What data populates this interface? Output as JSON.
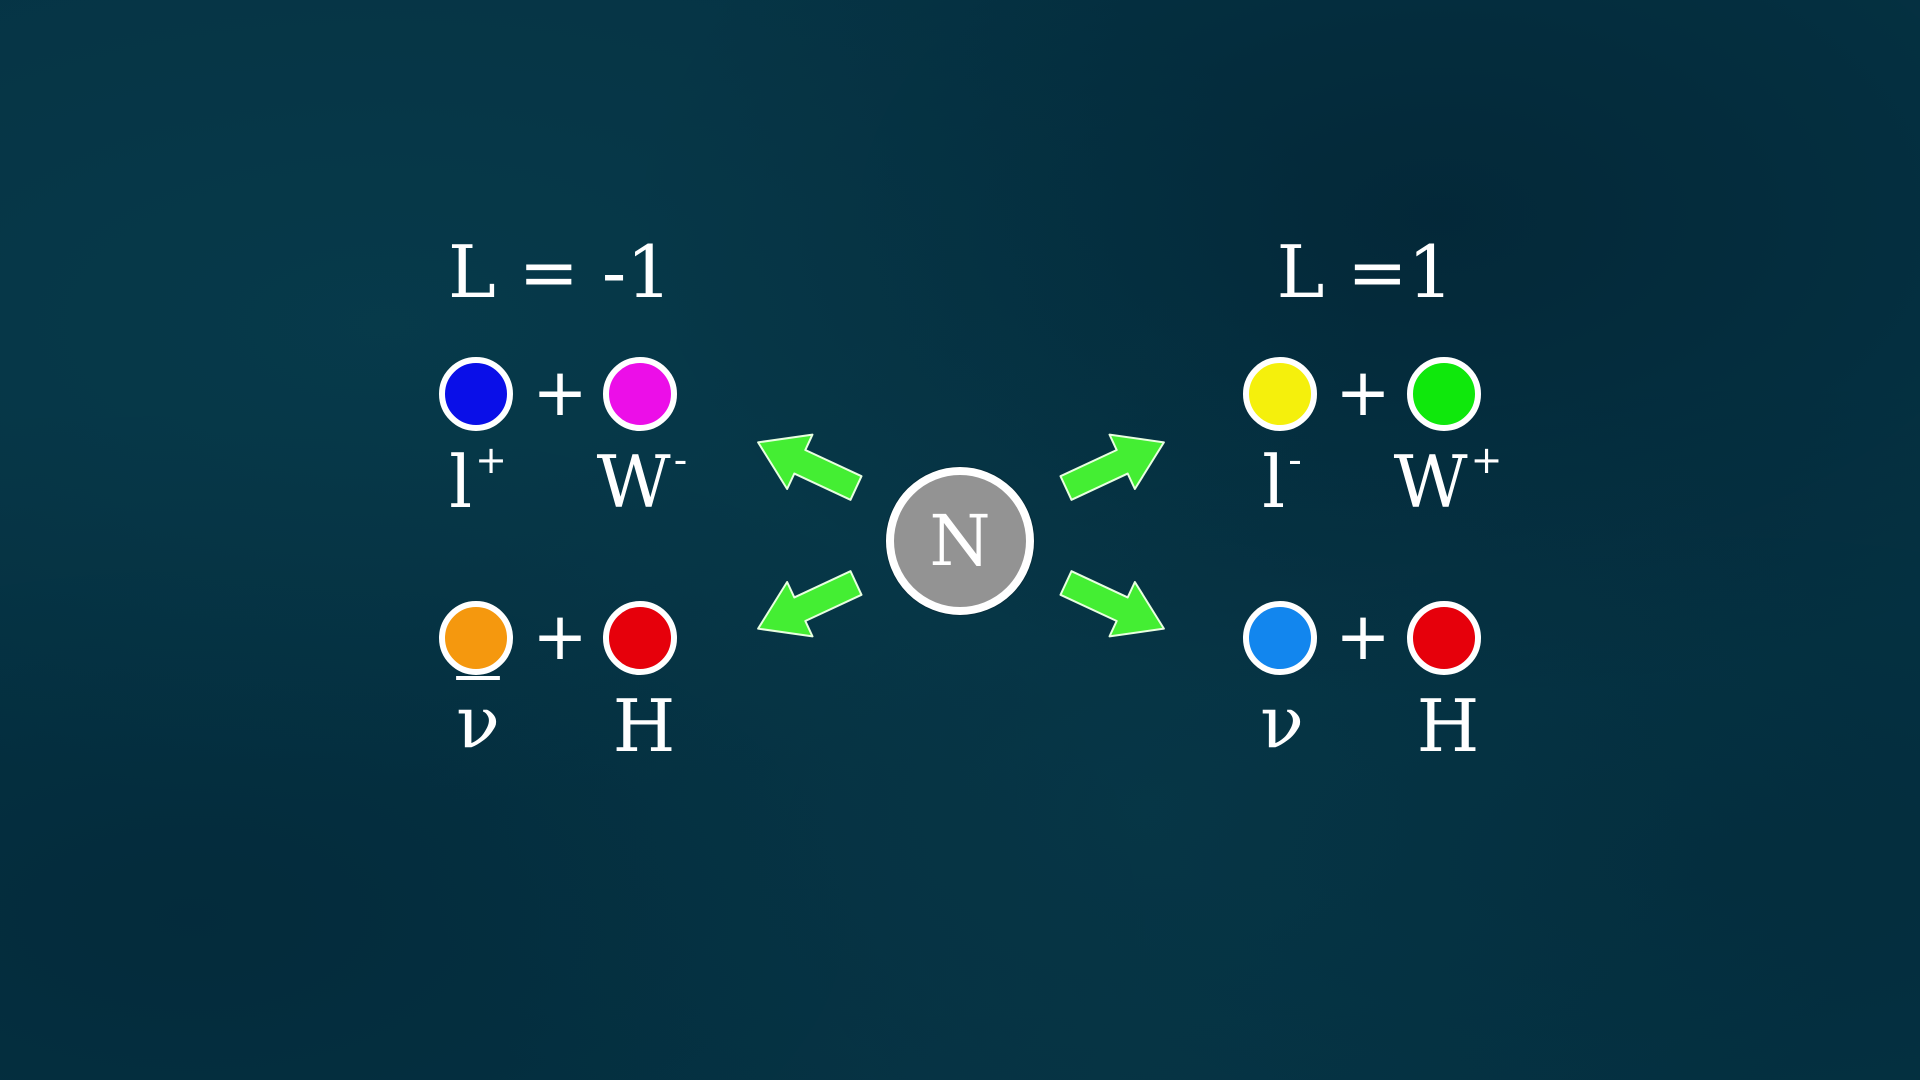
{
  "left": {
    "heading": "L = -1",
    "top_pair": {
      "particles": [
        {
          "color": "#0a0fe8",
          "label": "l",
          "superscript": "+"
        },
        {
          "color": "#ec0ee8",
          "label": "W",
          "superscript": "-"
        }
      ],
      "operator": "+"
    },
    "bottom_pair": {
      "particles": [
        {
          "color": "#f5980e",
          "label": "ν",
          "overbar": true
        },
        {
          "color": "#e6000b",
          "label": "H"
        }
      ],
      "operator": "+"
    }
  },
  "right": {
    "heading": "L =1",
    "top_pair": {
      "particles": [
        {
          "color": "#f5f00c",
          "label": "l",
          "superscript": "-"
        },
        {
          "color": "#0fe80c",
          "label": "W",
          "superscript": "+"
        }
      ],
      "operator": "+"
    },
    "bottom_pair": {
      "particles": [
        {
          "color": "#1286ee",
          "label": "ν"
        },
        {
          "color": "#e6000b",
          "label": "H"
        }
      ],
      "operator": "+"
    }
  },
  "center": {
    "label": "N",
    "color": "#939393"
  },
  "arrow_color": "#44ee33",
  "arrow_outline": "#e8ffe0"
}
